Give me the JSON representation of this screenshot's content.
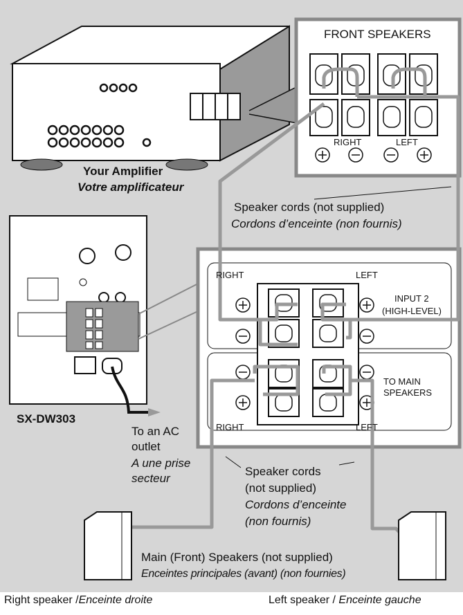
{
  "front_box": {
    "title": "FRONT SPEAKERS",
    "right": "RIGHT",
    "left": "LEFT"
  },
  "amplifier": {
    "label_en": "Your Amplifier",
    "label_fr": "Votre amplificateur"
  },
  "cords_top": {
    "en": "Speaker cords (not supplied)",
    "fr": "Cordons d’enceinte (non fournis)"
  },
  "sub_box": {
    "right": "RIGHT",
    "left": "LEFT",
    "input2_line1": "INPUT 2",
    "input2_line2": "(HIGH-LEVEL)",
    "to_main_line1": "TO MAIN",
    "to_main_line2": "SPEAKERS"
  },
  "subwoofer": {
    "model": "SX-DW303"
  },
  "ac": {
    "line1": "To an AC",
    "line2": "outlet",
    "fr1": "A une prise",
    "fr2": "secteur"
  },
  "cords_bottom": {
    "en1": "Speaker cords",
    "en2": "(not supplied)",
    "fr1": "Cordons d’enceinte",
    "fr2": "(non fournis)"
  },
  "main_speakers": {
    "en": "Main (Front) Speakers (not supplied)",
    "fr": "Enceintes principales (avant) (non fournies)"
  },
  "bottom": {
    "right_en": "Right speaker /",
    "right_fr": "Enceinte droite",
    "left_en": "Left speaker / ",
    "left_fr": "Enceinte gauche"
  },
  "colors": {
    "background": "#d6d6d6",
    "cable": "#999999",
    "outline": "#111111"
  }
}
